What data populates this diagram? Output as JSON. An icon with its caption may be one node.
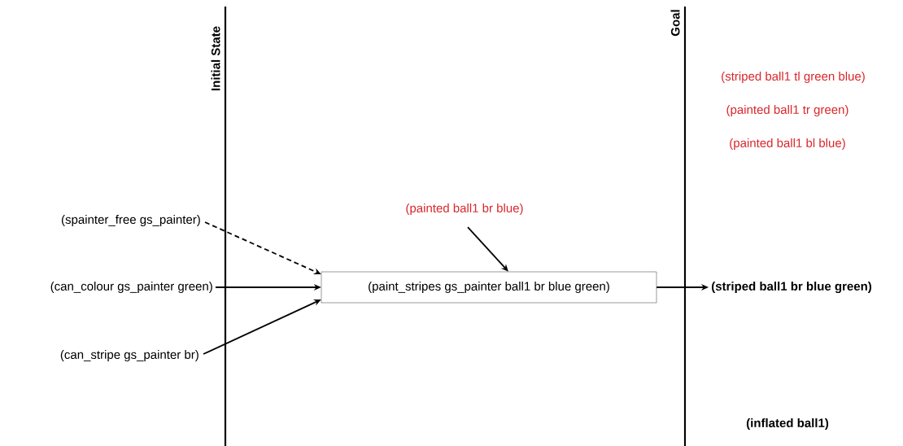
{
  "diagram": {
    "nodes": [
      {
        "text": [
          "(spainter_free gs_painter)"
        ]
      },
      {
        "text": [
          "(can_colour gs_painter green)"
        ]
      },
      {
        "text": [
          "(can_stripe gs_painter br)"
        ]
      },
      {
        "text": [
          "(paint_stripes gs_painter ball1 br blue green)"
        ]
      },
      {
        "text": [
          "(painted ball1 br blue)"
        ]
      },
      {
        "text": [
          "(striped ball1 br blue green)"
        ]
      }
    ],
    "edges": [
      {
        "from": 0,
        "to": 3,
        "arrow": "to",
        "style": "dashed"
      },
      {
        "from": 1,
        "to": 3,
        "arrow": "to"
      },
      {
        "from": 2,
        "to": 3,
        "arrow": "to"
      },
      {
        "from": 4,
        "to": 3,
        "arrow": "to"
      },
      {
        "from": 3,
        "to": 5,
        "arrow": "to"
      }
    ],
    "labels": [
      "Initial State",
      "Goal",
      "(striped ball1 tl green blue)",
      "(painted ball1 tr green)",
      "(painted ball1 bl blue)",
      "(inflated ball1)"
    ]
  }
}
